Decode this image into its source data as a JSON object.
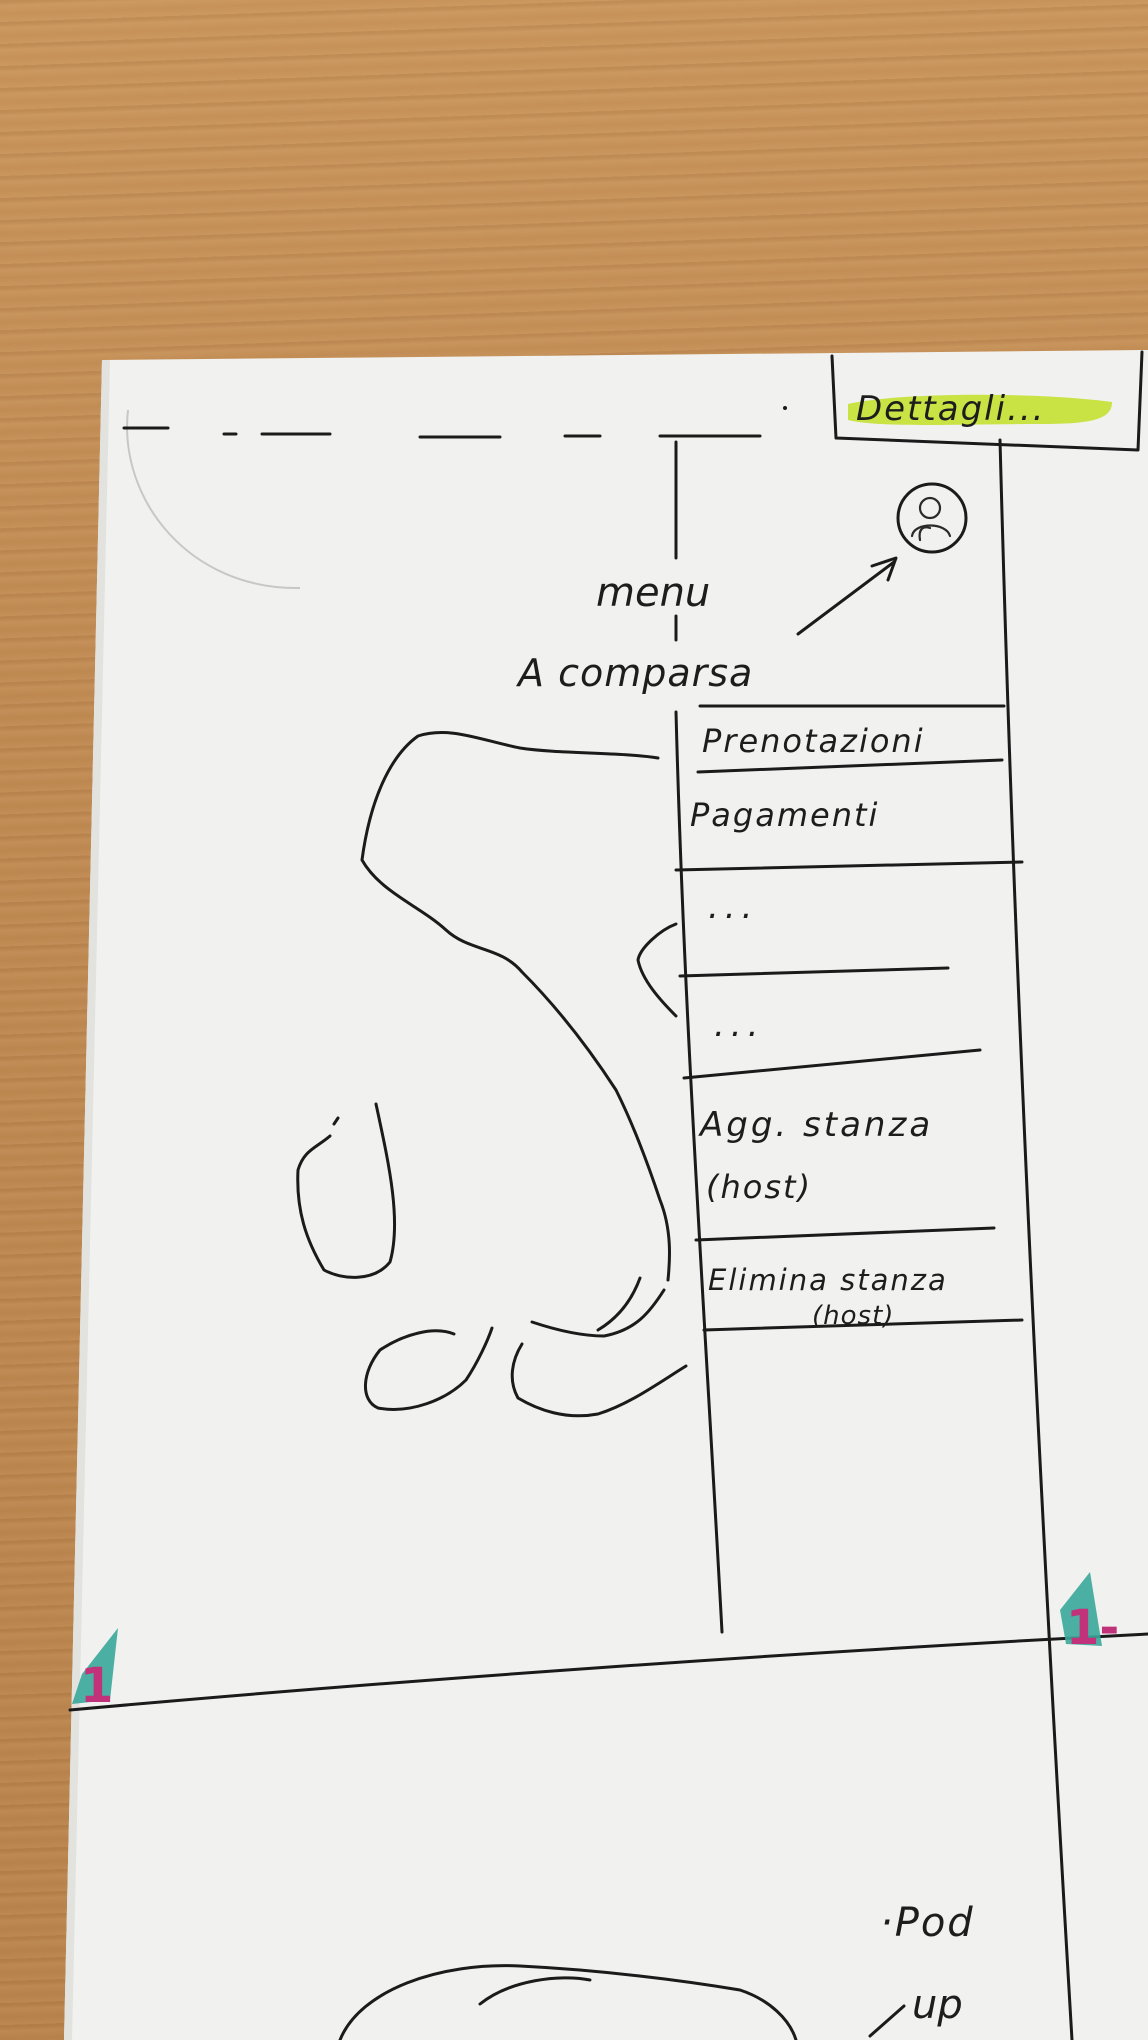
{
  "header": {
    "details_label": "Dettagli..."
  },
  "annotation": {
    "line1": "menu",
    "line2": "A comparsa"
  },
  "menu": {
    "items": [
      {
        "label": "Prenotazioni"
      },
      {
        "label": "Pagamenti"
      },
      {
        "label": "..."
      },
      {
        "label": "..."
      },
      {
        "label_line1": "Agg. stanza",
        "label_line2": "(host)"
      },
      {
        "label_line1": "Elimina stanza",
        "label_line2": "(host)"
      }
    ]
  },
  "page_markers": {
    "left": "1",
    "right": "1-"
  },
  "lower_section": {
    "note_line1": "·Pod",
    "note_line2": "up"
  },
  "colors": {
    "highlighter": "#c6e03a",
    "teal_marker": "#3aa79a",
    "pink_marker": "#c2327a",
    "ink": "#1b1b1b",
    "paper": "#f2f2f0"
  },
  "icons": {
    "profile": "user-circle-icon"
  }
}
